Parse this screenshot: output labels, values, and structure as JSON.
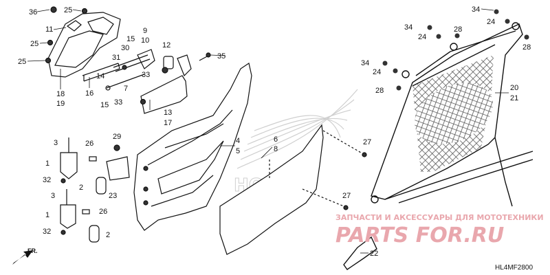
{
  "diagram": {
    "code": "HL4MF2800",
    "front_label": "FR.",
    "watermark_top": "ЗАПЧАСТИ И АКСЕССУАРЫ ДЛЯ МОТОТЕХНИКИ",
    "watermark_brand": "PARTS FOR.RU",
    "bg_logo_text": "HONDA",
    "colors": {
      "line": "#111111",
      "watermark": "#e9a7ad",
      "logo": "#cfcfcf",
      "mesh": "#555555"
    },
    "callouts": [
      "36",
      "25",
      "11",
      "25",
      "25",
      "18",
      "19",
      "16",
      "14",
      "31",
      "30",
      "15",
      "9",
      "10",
      "7",
      "15",
      "12",
      "33",
      "35",
      "33",
      "13",
      "17",
      "4",
      "5",
      "6",
      "8",
      "27",
      "27",
      "3",
      "26",
      "1",
      "32",
      "2",
      "29",
      "23",
      "3",
      "1",
      "26",
      "32",
      "2",
      "34",
      "24",
      "28",
      "34",
      "24",
      "28",
      "34",
      "24",
      "28",
      "20",
      "21",
      "22"
    ]
  }
}
